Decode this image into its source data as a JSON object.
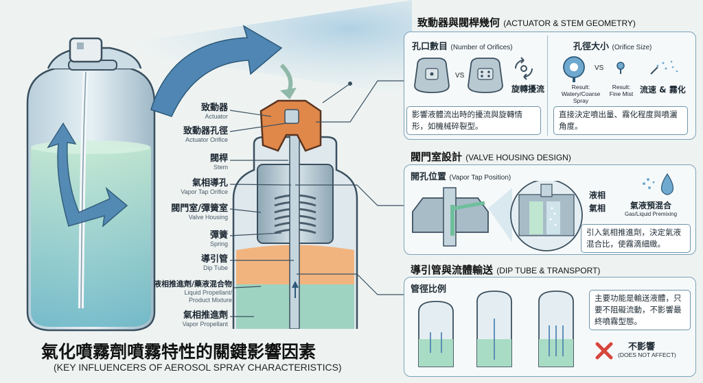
{
  "title": {
    "zh": "氣化噴霧劑噴霧特性的關鍵影響因素",
    "en": "(KEY INFLUENCERS OF AEROSOL SPRAY CHARACTERISTICS)"
  },
  "parts": [
    {
      "zh": "致動器",
      "en": "Actuator"
    },
    {
      "zh": "致動器孔徑",
      "en": "Actuator Orifice"
    },
    {
      "zh": "閥桿",
      "en": "Stem"
    },
    {
      "zh": "氣相導孔",
      "en": "Vapor Tap Orifice"
    },
    {
      "zh": "閥門室/彈簧室",
      "en": "Valve Housing"
    },
    {
      "zh": "彈簧",
      "en": "Spring"
    },
    {
      "zh": "導引管",
      "en": "Dip Tube"
    },
    {
      "zh": "液相推進劑/藥液混合物",
      "en": "Liquid Propellant/\nProduct Mixture"
    },
    {
      "zh": "氣相推進劑",
      "en": "Vapor Propellant"
    }
  ],
  "actuator": {
    "title_zh": "致動器與閥桿幾何",
    "title_en": "(ACTUATOR & STEM GEOMETRY)",
    "orifices": {
      "title_zh": "孔口數目",
      "title_en": "(Number of Orifices)",
      "vs": "VS",
      "swirl_zh": "旋轉擾流",
      "note": "影響液體流出時的擾流與旋轉情形，如機械碎裂型。"
    },
    "size": {
      "title_zh": "孔徑大小",
      "title_en": "(Orifice Size)",
      "vs": "VS",
      "result_large": "Result:\nWatery/Coarse\nSpray",
      "result_small": "Result:\nFine Mist",
      "flow_zh": "流速 & 霧化",
      "note": "直接決定噴出量、霧化程度與噴灑角度。"
    }
  },
  "valve": {
    "title_zh": "閥門室設計",
    "title_en": "(VALVE HOUSING DESIGN)",
    "sub_zh": "開孔位置",
    "sub_en": "(Vapor Tap Position)",
    "liquid_zh": "液相",
    "gas_zh": "氣相",
    "mixing_zh": "氣液預混合",
    "mixing_en": "Gas/Liquid Premixing",
    "note": "引入氣相推進劑，決定氣液混合比，使霧滴細緻。"
  },
  "diptube": {
    "title_zh": "導引管與流體輸送",
    "title_en": "(DIP TUBE & TRANSPORT)",
    "sub_zh": "管徑比例",
    "note": "主要功能是輸送液體，只要不阻礙流動，不影響最終噴霧型態。",
    "no_effect_zh": "不影響",
    "no_effect_en": "(DOES NOT AFFECT)"
  },
  "colors": {
    "accent": "#7aa0b5",
    "orange": "#e0874a",
    "liquid_green": "#a9dcc4",
    "liquid_orange": "#f2b47f",
    "arrow_blue": "#4f86b3",
    "red_x": "#d6463c"
  }
}
